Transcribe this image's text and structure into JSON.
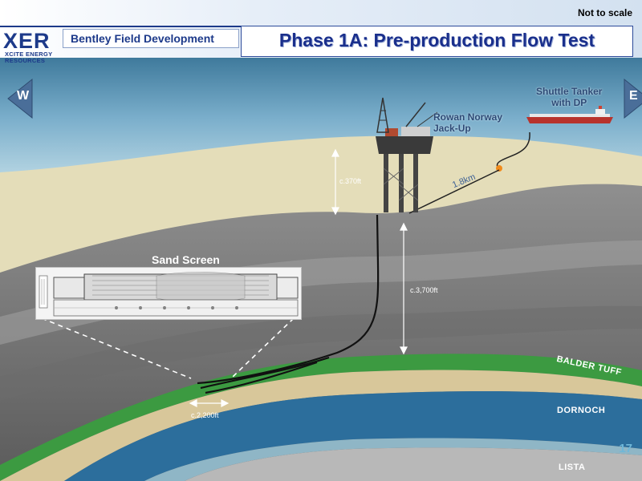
{
  "header": {
    "logo_main": "XER",
    "logo_sub_1": "XCITE ENERGY",
    "logo_sub_2": "RESOURCES",
    "project": "Bentley Field Development",
    "title": "Phase 1A: Pre-production Flow Test",
    "scale_note": "Not to scale"
  },
  "navigation": {
    "west": "W",
    "east": "E"
  },
  "labels": {
    "rig": [
      "Rowan Norway",
      "Jack-Up"
    ],
    "tanker": [
      "Shuttle Tanker",
      "with DP"
    ],
    "distance": "1.8km",
    "water_depth": "c.370ft",
    "reservoir_depth": "c.3,700ft",
    "lateral_length": "c.2,200ft",
    "sand_screen": "Sand Screen"
  },
  "formations": {
    "balder": "BALDER TUFF",
    "dornoch": "DORNOCH",
    "lista": "LISTA"
  },
  "colors": {
    "sky": "#dceff6",
    "sea": "#6fa2bd",
    "seabed": "#e5dfbd",
    "rock": "#8c8c8c",
    "balder": "#3c9a41",
    "dornoch_sand": "#d8c79a",
    "dornoch_blue": "#2c6e9c",
    "title_blue": "#1a2f8c"
  },
  "footer": {
    "page": "17"
  }
}
